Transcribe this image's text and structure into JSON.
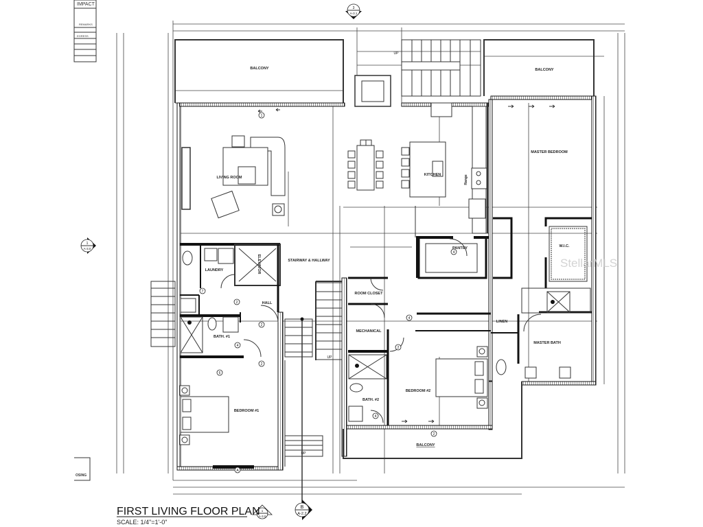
{
  "sheet": {
    "title": "FIRST LIVING FLOOR PLAN",
    "scale": "SCALE: 1/4\"=1'-0\"",
    "watermark": "StellarMLS"
  },
  "stamp_table": {
    "header": "IMPACT",
    "rows": [
      "REMARKS",
      "EGRESS"
    ]
  },
  "notes_box": {
    "text": "OSING"
  },
  "section_markers": [
    {
      "number": "3",
      "sheet": "A-3.1"
    },
    {
      "number": "1",
      "sheet": "A-3.0"
    },
    {
      "number": "B",
      "sheet": "A-2.2"
    },
    {
      "number": "1",
      "sheet": "A-3.0"
    }
  ],
  "rooms": {
    "balcony_top_left": "BALCONY",
    "balcony_top_right": "BALCONY",
    "living_room": "LIVING ROOM",
    "kitchen": "KITCHEN",
    "range": "Range",
    "master_bedroom": "MASTER BEDROOM",
    "stairway_hallway": "STAIRWAY & HALLWAY",
    "laundry": "LAUNDRY",
    "elevator": "ELEVATOR",
    "hall": "HALL",
    "bath_1": "BATH. #1",
    "room_closet": "ROOM CLOSET",
    "mechanical": "MECHANICAL",
    "pantry": "PANTRY",
    "wic": "W.I.C.",
    "linen": "LINEN",
    "master_bath": "MASTER BATH",
    "bedroom_1": "BEDROOM #1",
    "bedroom_2": "BEDROOM #2",
    "bath_2": "BATH. #2",
    "balcony_bottom": "BALCONY"
  },
  "stair_labels": {
    "up_top": "UP",
    "up_mid": "UP",
    "up_bottom": "UP"
  },
  "door_tags": {
    "sliding": "1",
    "swing": "2",
    "pantry": "4",
    "laundry": "6",
    "laundry_door": "7",
    "bedroom1_window": "A"
  }
}
